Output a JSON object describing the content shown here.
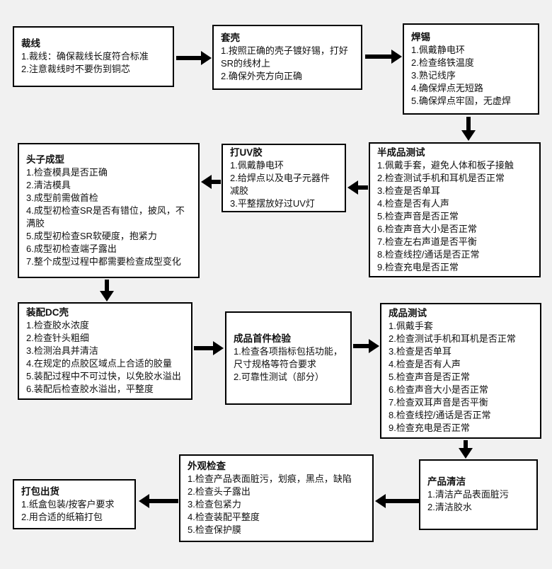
{
  "colors": {
    "background": "#f1f1f1",
    "node_fill": "#ffffff",
    "node_border": "#000000",
    "arrow": "#000000",
    "text": "#111111"
  },
  "nodes": [
    {
      "id": "cut-wire",
      "title": "裁线",
      "items": [
        "1.裁线：确保裁线长度符合标准",
        "2.注意裁线时不要伤到铜芯"
      ]
    },
    {
      "id": "casing",
      "title": "套壳",
      "items": [
        "1.按照正确的壳子镀好锡，打好SR的线材上",
        "2.确保外壳方向正确"
      ]
    },
    {
      "id": "soldering",
      "title": "焊锡",
      "items": [
        "1.佩戴静电环",
        "2.检查络铁温度",
        "3.熟记线序",
        "4.确保焊点无短路",
        "5.确保焊点牢固，无虚焊"
      ]
    },
    {
      "id": "semi-product-test",
      "title": "半成品测试",
      "items": [
        "1.佩戴手套，避免人体和板子接触",
        "2.检查测试手机和耳机是否正常",
        "3.检查是否单耳",
        "4.检查是否有人声",
        "5.检查声音是否正常",
        "6.检查声音大小是否正常",
        "7.检查左右声道是否平衡",
        "8.检查线控/通话是否正常",
        "9.检查充电是否正常"
      ]
    },
    {
      "id": "uv-glue",
      "title": "打UV胶",
      "items": [
        "1.佩戴静电环",
        "2.给焊点以及电子元器件减胶",
        "3.平整摆放好过UV灯"
      ]
    },
    {
      "id": "head-forming",
      "title": "头子成型",
      "items": [
        "1.检查模具是否正确",
        "2.清洁模具",
        "3.成型前需做首检",
        "4.成型初检查SR是否有错位，披风，不满胶",
        "5.成型初检查SR软硬度，抱紧力",
        "6.成型初检查端子露出",
        "7.整个成型过程中都需要检查成型变化"
      ]
    },
    {
      "id": "assemble-dc-shell",
      "title": "装配DC壳",
      "items": [
        "1.检查胶水浓度",
        "2.检查针头粗细",
        "3.检测治具并清洁",
        "4.在规定的点胶区域点上合适的胶量",
        "5.装配过程中不可过快，以免胶水溢出",
        "6.装配后检查胶水溢出，平整度"
      ]
    },
    {
      "id": "first-article-inspection",
      "title": "成品首件检验",
      "items": [
        "1.检查各项指标包括功能，尺寸规格等符合要求",
        "2.可靠性测试（部分）"
      ]
    },
    {
      "id": "final-product-test",
      "title": "成品测试",
      "items": [
        "1.佩戴手套",
        "2.检查测试手机和耳机是否正常",
        "3.检查是否单耳",
        "4.检查是否有人声",
        "5.检查声音是否正常",
        "6.检查声音大小是否正常",
        "7.检查双耳声音是否平衡",
        "8.检查线控/通话是否正常",
        "9.检查充电是否正常"
      ]
    },
    {
      "id": "product-cleaning",
      "title": "产品清洁",
      "items": [
        "1.清洁产品表面脏污",
        "2.清洁胶水"
      ]
    },
    {
      "id": "appearance-inspection",
      "title": "外观检查",
      "items": [
        "1.检查产品表面脏污，划痕，黑点，缺陷",
        "2.检查头子露出",
        "3.检查包紧力",
        "4.检查装配平整度",
        "5.检查保护膜"
      ]
    },
    {
      "id": "packing-shipping",
      "title": "打包出货",
      "items": [
        "1.纸盒包装/按客户要求",
        "2.用合适的纸箱打包"
      ]
    }
  ],
  "edges": [
    {
      "from": "裁线",
      "to": "套壳",
      "direction": "right"
    },
    {
      "from": "套壳",
      "to": "焊锡",
      "direction": "right"
    },
    {
      "from": "焊锡",
      "to": "半成品测试",
      "direction": "down"
    },
    {
      "from": "半成品测试",
      "to": "打UV胶",
      "direction": "left"
    },
    {
      "from": "打UV胶",
      "to": "头子成型",
      "direction": "left"
    },
    {
      "from": "头子成型",
      "to": "装配DC壳",
      "direction": "down"
    },
    {
      "from": "装配DC壳",
      "to": "成品首件检验",
      "direction": "right"
    },
    {
      "from": "成品首件检验",
      "to": "成品测试",
      "direction": "right"
    },
    {
      "from": "成品测试",
      "to": "产品清洁",
      "direction": "down"
    },
    {
      "from": "产品清洁",
      "to": "外观检查",
      "direction": "left"
    },
    {
      "from": "外观检查",
      "to": "打包出货",
      "direction": "left"
    }
  ]
}
